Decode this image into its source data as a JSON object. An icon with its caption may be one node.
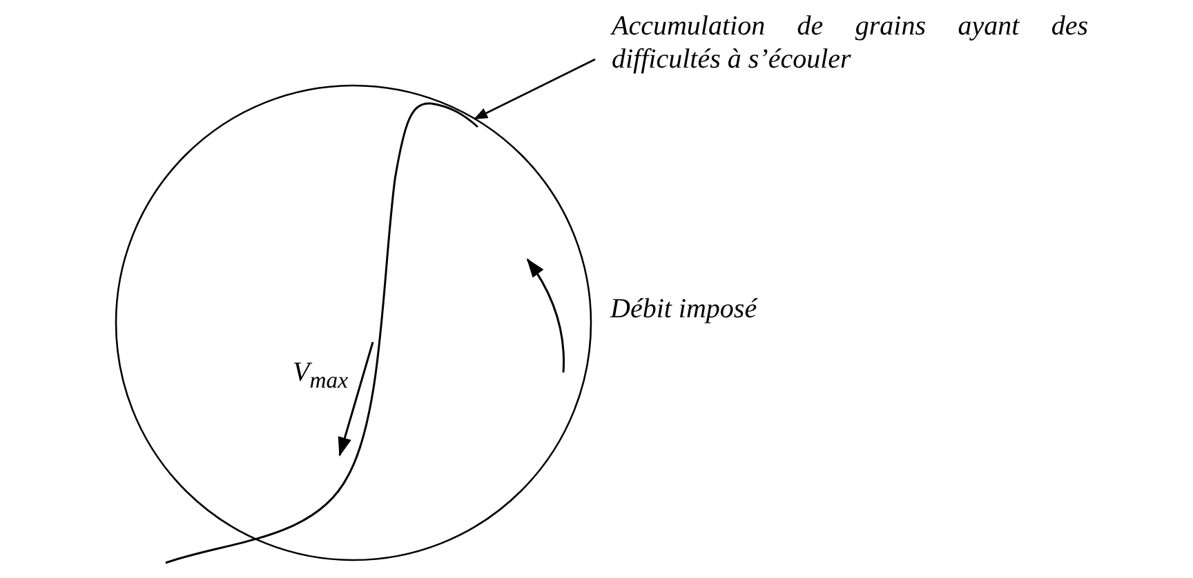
{
  "diagram": {
    "nodes": [
      {
        "text": [
          "Accumulation de grains ayant des difficultés à s’écouler"
        ]
      },
      {
        "text": [],
        "shape": "picture"
      }
    ],
    "edges": [
      {
        "from": 0,
        "to": 1,
        "arrow": "to"
      }
    ],
    "labels": [
      "V$_{max}$",
      "Débit imposé"
    ]
  }
}
